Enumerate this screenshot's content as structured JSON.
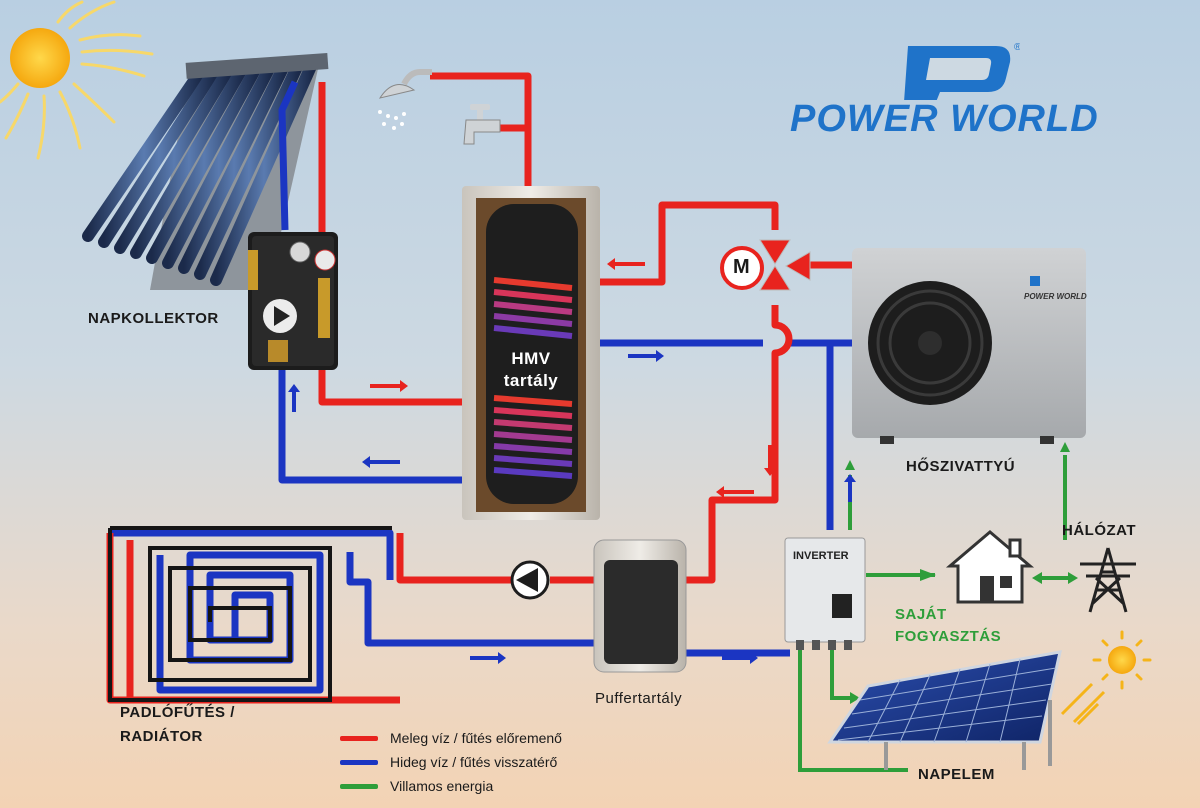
{
  "logo": {
    "text": "POWER WORLD",
    "mark": "PD-monogram"
  },
  "labels": {
    "solar_collector": "NAPKOLLEKTOR",
    "tank_line1": "HMV",
    "tank_line2": "tartály",
    "heat_pump": "HŐSZIVATTYÚ",
    "heat_pump_brand": "POWER WORLD",
    "grid": "HÁLÓZAT",
    "inverter": "INVERTER",
    "self_consumption_line1": "SAJÁT",
    "self_consumption_line2": "FOGYASZTÁS",
    "floor_heating_line1": "PADLÓFŰTÉS /",
    "floor_heating_line2": "RADIÁTOR",
    "buffer_tank": "Puffertartály",
    "solar_panel": "NAPELEM",
    "motor_valve": "M"
  },
  "legend": [
    {
      "color": "#e8231e",
      "text": "Meleg víz / fűtés előremenő"
    },
    {
      "color": "#1b35c2",
      "text": "Hideg víz / fűtés visszatérő"
    },
    {
      "color": "#2e9e3a",
      "text": "Villamos energia"
    }
  ],
  "colors": {
    "hot": "#e8231e",
    "cold": "#1b35c2",
    "electric": "#2e9e3a",
    "brand": "#1f73c9"
  },
  "icons": [
    "sun-icon",
    "shower-icon",
    "faucet-icon",
    "house-icon",
    "power-tower-icon",
    "circulation-pump-icon",
    "motor-valve-icon"
  ]
}
